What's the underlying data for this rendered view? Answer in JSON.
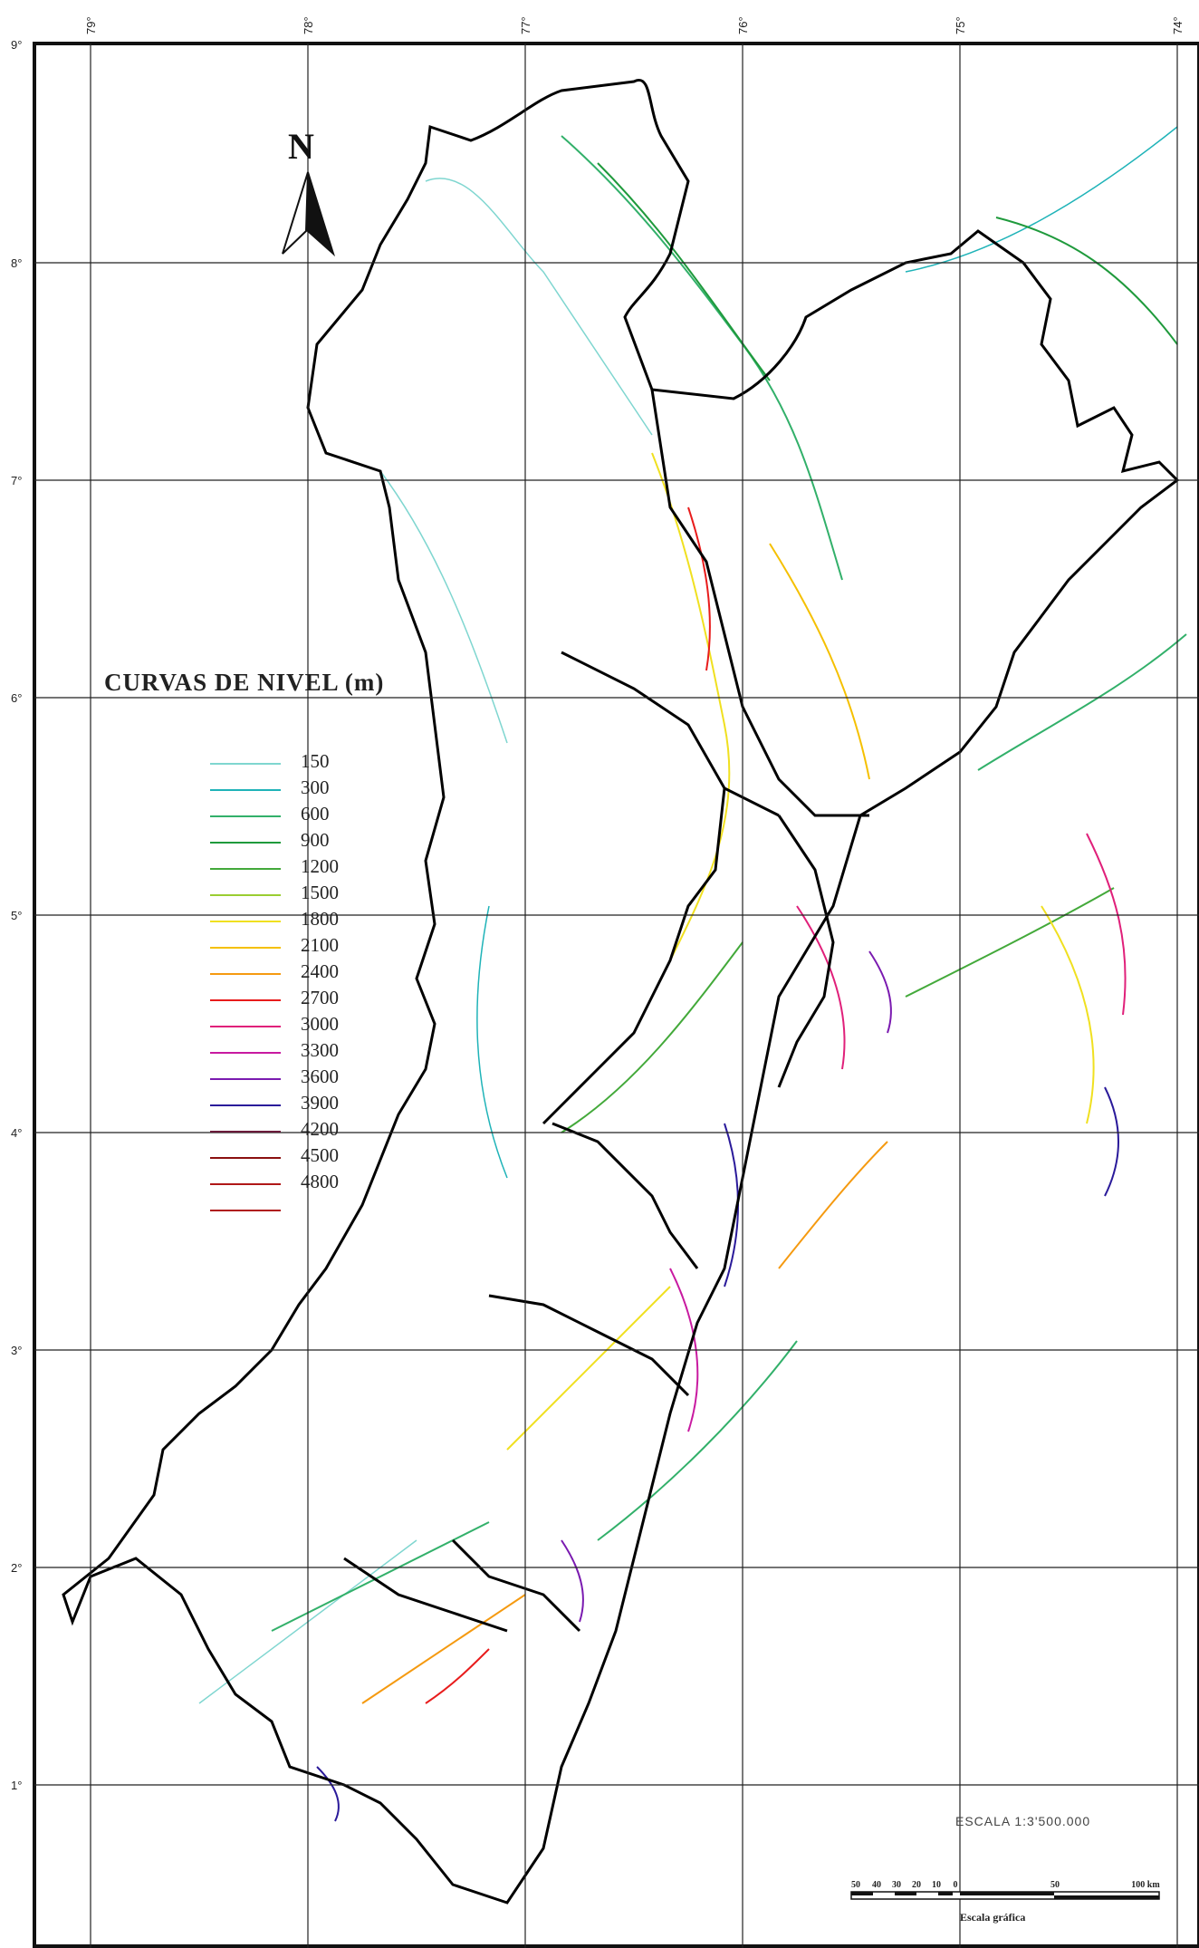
{
  "map": {
    "lon_labels": [
      "79°",
      "78°",
      "77°",
      "76°",
      "75°",
      "74°"
    ],
    "lat_labels": [
      "9°",
      "8°",
      "7°",
      "6°",
      "5°",
      "4°",
      "3°",
      "2°",
      "1°"
    ],
    "north_label": "N",
    "colors": {
      "frame": "#111111",
      "grid": "#222222",
      "boundary": "#000000"
    }
  },
  "legend": {
    "title": "CURVAS DE NIVEL (m)",
    "items": [
      {
        "label": "150",
        "color": "#7fd6d0"
      },
      {
        "label": "300",
        "color": "#1fb3b8"
      },
      {
        "label": "600",
        "color": "#32b06a"
      },
      {
        "label": "900",
        "color": "#1f9a3c"
      },
      {
        "label": "1200",
        "color": "#43a93a"
      },
      {
        "label": "1500",
        "color": "#9acd32"
      },
      {
        "label": "1800",
        "color": "#f0e020"
      },
      {
        "label": "2100",
        "color": "#f5c000"
      },
      {
        "label": "2400",
        "color": "#f59a10"
      },
      {
        "label": "2700",
        "color": "#e81c1c"
      },
      {
        "label": "3000",
        "color": "#e0207a"
      },
      {
        "label": "3300",
        "color": "#c81aa0"
      },
      {
        "label": "3600",
        "color": "#7a1ab0"
      },
      {
        "label": "3900",
        "color": "#2a1a9a"
      },
      {
        "label": "4200",
        "color": "#6a1a3a"
      },
      {
        "label": "4500",
        "color": "#8a1010"
      },
      {
        "label": "4800",
        "color": "#b01818"
      }
    ]
  },
  "scale": {
    "ratio_text": "ESCALA 1:3'500.000",
    "ticks": [
      "50",
      "40",
      "30",
      "20",
      "10",
      "0",
      "50",
      "100 km"
    ],
    "subtitle": "Escala gráfica"
  }
}
